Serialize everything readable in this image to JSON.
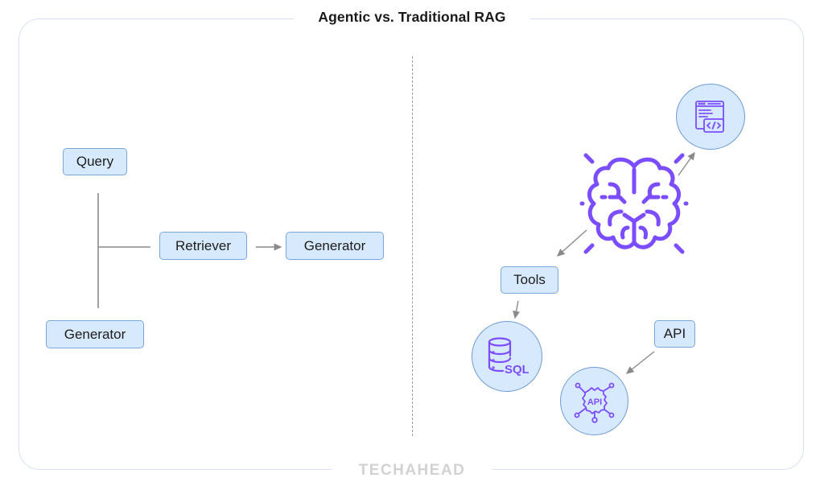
{
  "title": "Agentic vs. Traditional RAG",
  "footer_brand": "TECHAHEAD",
  "colors": {
    "box_fill": "#d7e9fc",
    "box_border": "#7aa5dd",
    "icon_purple": "#7b4dff",
    "connector_gray": "#8a8a8a",
    "frame_border": "#d6e2f3"
  },
  "traditional_rag": {
    "nodes": {
      "query": "Query",
      "retriever": "Retriever",
      "generator_right": "Generator",
      "generator_bottom": "Generator"
    },
    "edges": [
      {
        "from": "query",
        "to": "generator_bottom",
        "style": "line"
      },
      {
        "from": "trunk",
        "to": "retriever",
        "style": "line"
      },
      {
        "from": "retriever",
        "to": "generator_right",
        "style": "arrow"
      }
    ]
  },
  "agentic_rag": {
    "center_icon": "brain-icon",
    "nodes": {
      "tools": "Tools",
      "api": "API"
    },
    "icons": {
      "code_window": "code-window-icon",
      "sql_database": "sql-database-icon",
      "api_gear": "api-gear-icon",
      "sql_label": "SQL",
      "api_label": "API"
    },
    "edges": [
      {
        "from": "brain",
        "to": "code_window",
        "style": "arrow"
      },
      {
        "from": "brain",
        "to": "tools",
        "style": "arrow"
      },
      {
        "from": "tools",
        "to": "sql_database",
        "style": "arrow"
      },
      {
        "from": "api",
        "to": "api_gear",
        "style": "arrow"
      }
    ]
  }
}
